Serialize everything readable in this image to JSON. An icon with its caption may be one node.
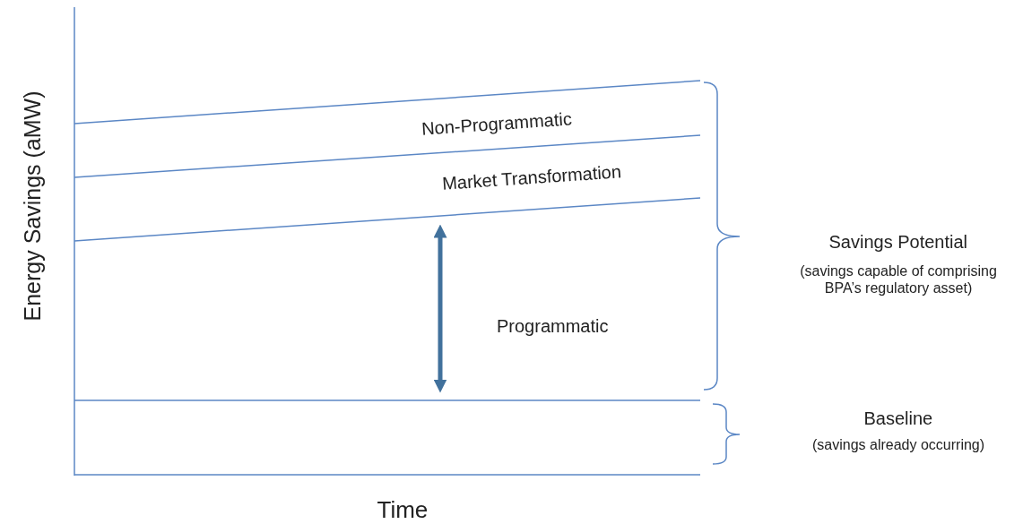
{
  "diagram": {
    "labels": [
      "Energy Savings (aMW)",
      "Time",
      "Non-Programmatic",
      "Market Transformation",
      "Programmatic",
      "Savings Potential",
      "(savings capable of comprising BPA’s regulatory asset)",
      "Baseline",
      "(savings already occurring)"
    ]
  }
}
